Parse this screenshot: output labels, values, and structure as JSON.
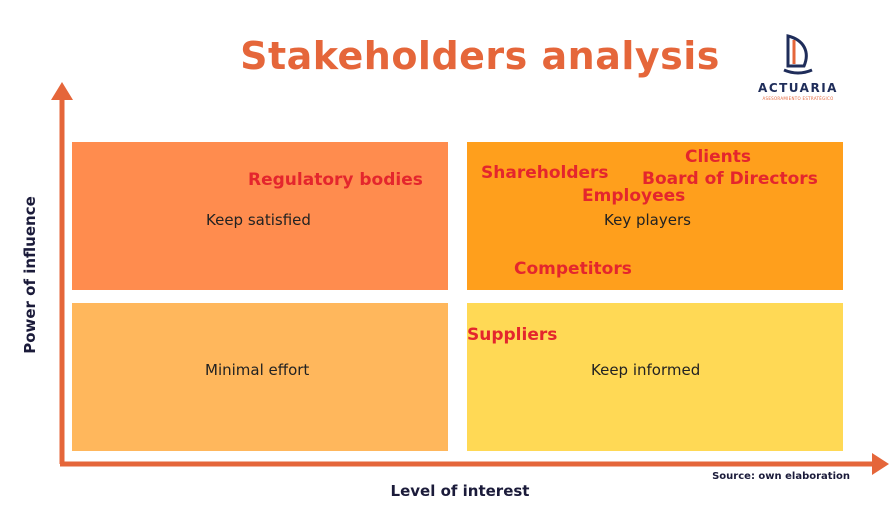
{
  "title": "Stakeholders analysis",
  "logo": {
    "name": "ACTUARIA",
    "tagline": "ASESORAMIENTO ESTRATÉGICO",
    "icon": "sailboat-icon"
  },
  "axes": {
    "y_label": "Power of influence",
    "x_label": "Level of interest"
  },
  "source": "Source: own elaboration",
  "quadrants": {
    "high_power_low_interest": {
      "strategy": "Keep satisfied",
      "color": "#ff8c4e",
      "stakeholders": [
        "Regulatory bodies"
      ]
    },
    "high_power_high_interest": {
      "strategy": "Key players",
      "color": "#ff9f1c",
      "stakeholders": [
        "Clients",
        "Shareholders",
        "Board of Directors",
        "Employees",
        "Competitors"
      ]
    },
    "low_power_low_interest": {
      "strategy": "Minimal effort",
      "color": "#ffb75c",
      "stakeholders": []
    },
    "low_power_high_interest": {
      "strategy": "Keep informed",
      "color": "#ffd955",
      "stakeholders": [
        "Suppliers"
      ]
    }
  },
  "colors": {
    "accent": "#e5663a",
    "stakeholder_text": "#e4262d",
    "axis": "#e5663a"
  }
}
